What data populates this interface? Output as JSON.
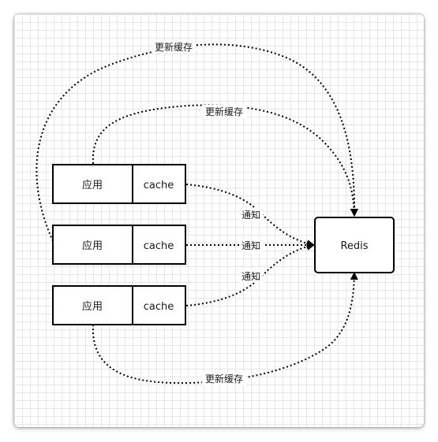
{
  "nodes": {
    "app1": {
      "app_label": "应用",
      "cache_label": "cache"
    },
    "app2": {
      "app_label": "应用",
      "cache_label": "cache"
    },
    "app3": {
      "app_label": "应用",
      "cache_label": "cache"
    },
    "redis": {
      "label": "Redis"
    }
  },
  "edges": {
    "update_outer": {
      "label": "更新缓存"
    },
    "update_top": {
      "label": "更新缓存"
    },
    "update_bottom": {
      "label": "更新缓存"
    },
    "notify1": {
      "label": "通知"
    },
    "notify2": {
      "label": "通知"
    },
    "notify3": {
      "label": "通知"
    }
  },
  "colors": {
    "stroke": "#000000",
    "grid": "#e6e6e6"
  }
}
